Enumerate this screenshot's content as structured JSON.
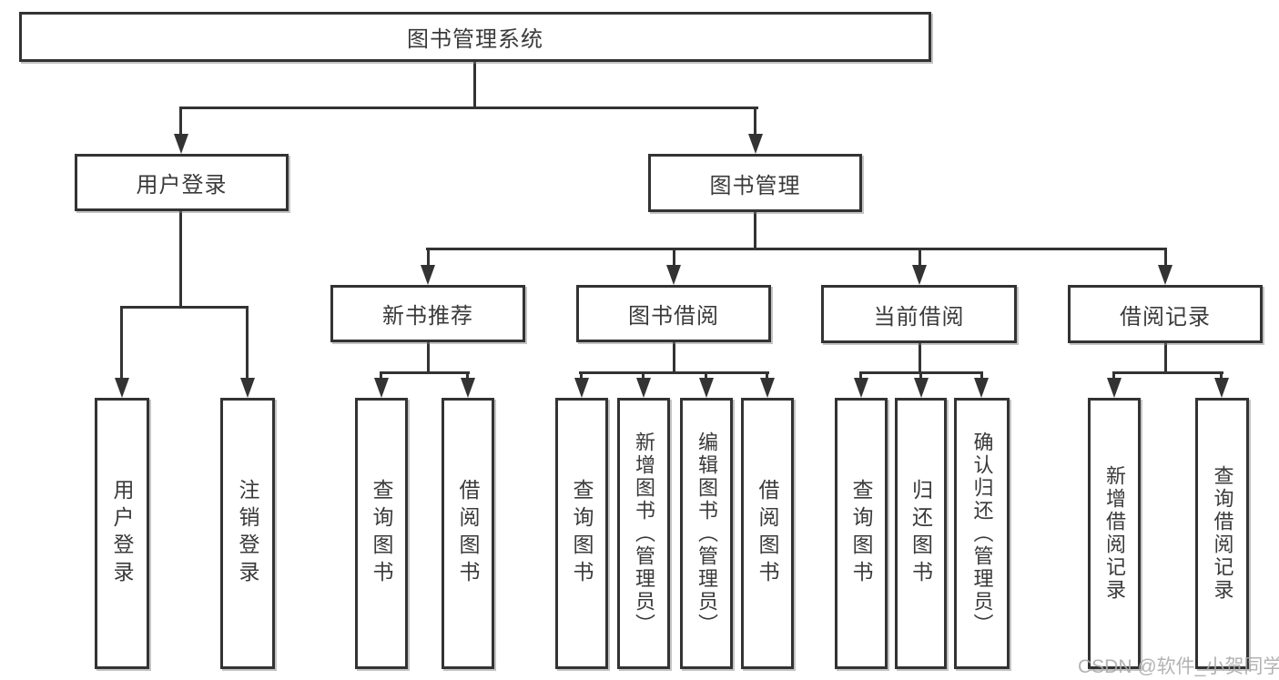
{
  "diagram": {
    "root": "图书管理系统",
    "level2": [
      "用户登录",
      "图书管理"
    ],
    "level3": [
      "新书推荐",
      "图书借阅",
      "当前借阅",
      "借阅记录"
    ],
    "leaves": [
      "用户登录",
      "注销登录",
      "查询图书",
      "借阅图书",
      "查询图书",
      "新增图书（管理员）",
      "编辑图书（管理员）",
      "借阅图书",
      "查询图书",
      "归还图书",
      "确认归还（管理员）",
      "新增借阅记录",
      "查询借阅记录"
    ]
  },
  "watermark": "CSDN @软件_小贺同学",
  "colors": {
    "line": "#333333",
    "text": "#3a3a3a",
    "background": "#ffffff",
    "watermark": "#ababab"
  }
}
